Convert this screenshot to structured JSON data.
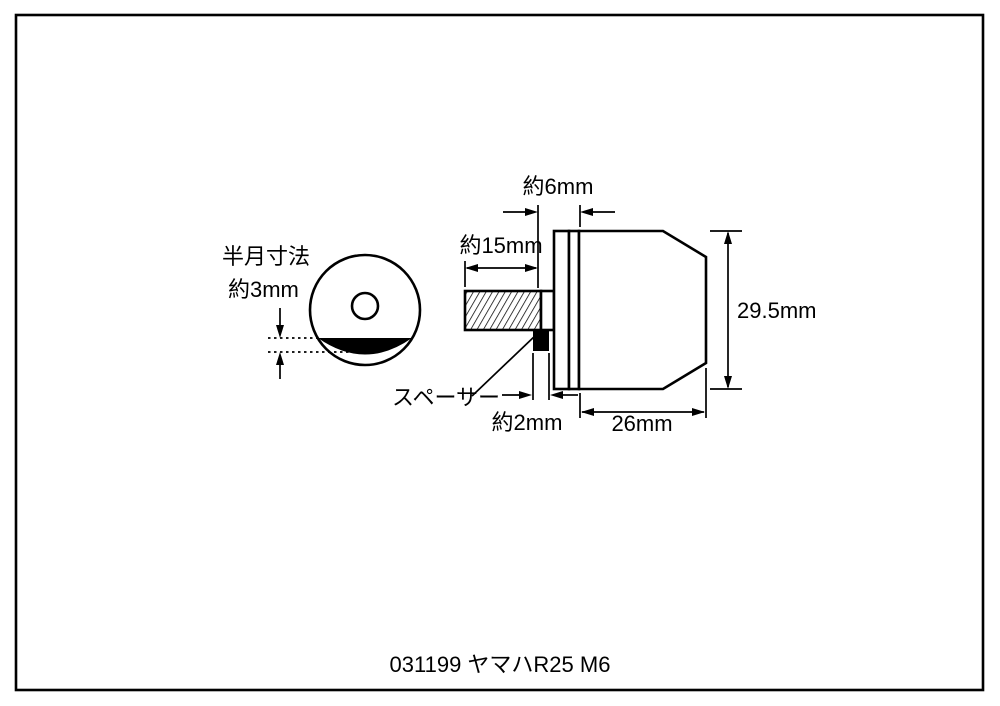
{
  "diagram": {
    "caption": "031199 ヤマハR25 M6",
    "front_view": {
      "label": "半月寸法",
      "dim_flat_depth": "約3mm"
    },
    "side_view": {
      "dim_flange_width": "約6mm",
      "dim_thread_length": "約15mm",
      "dim_body_height": "29.5mm",
      "dim_spacer_width": "約2mm",
      "dim_body_length": "26mm",
      "spacer_label": "スペーサー"
    },
    "colors": {
      "line": "#000000",
      "background": "#ffffff"
    }
  }
}
